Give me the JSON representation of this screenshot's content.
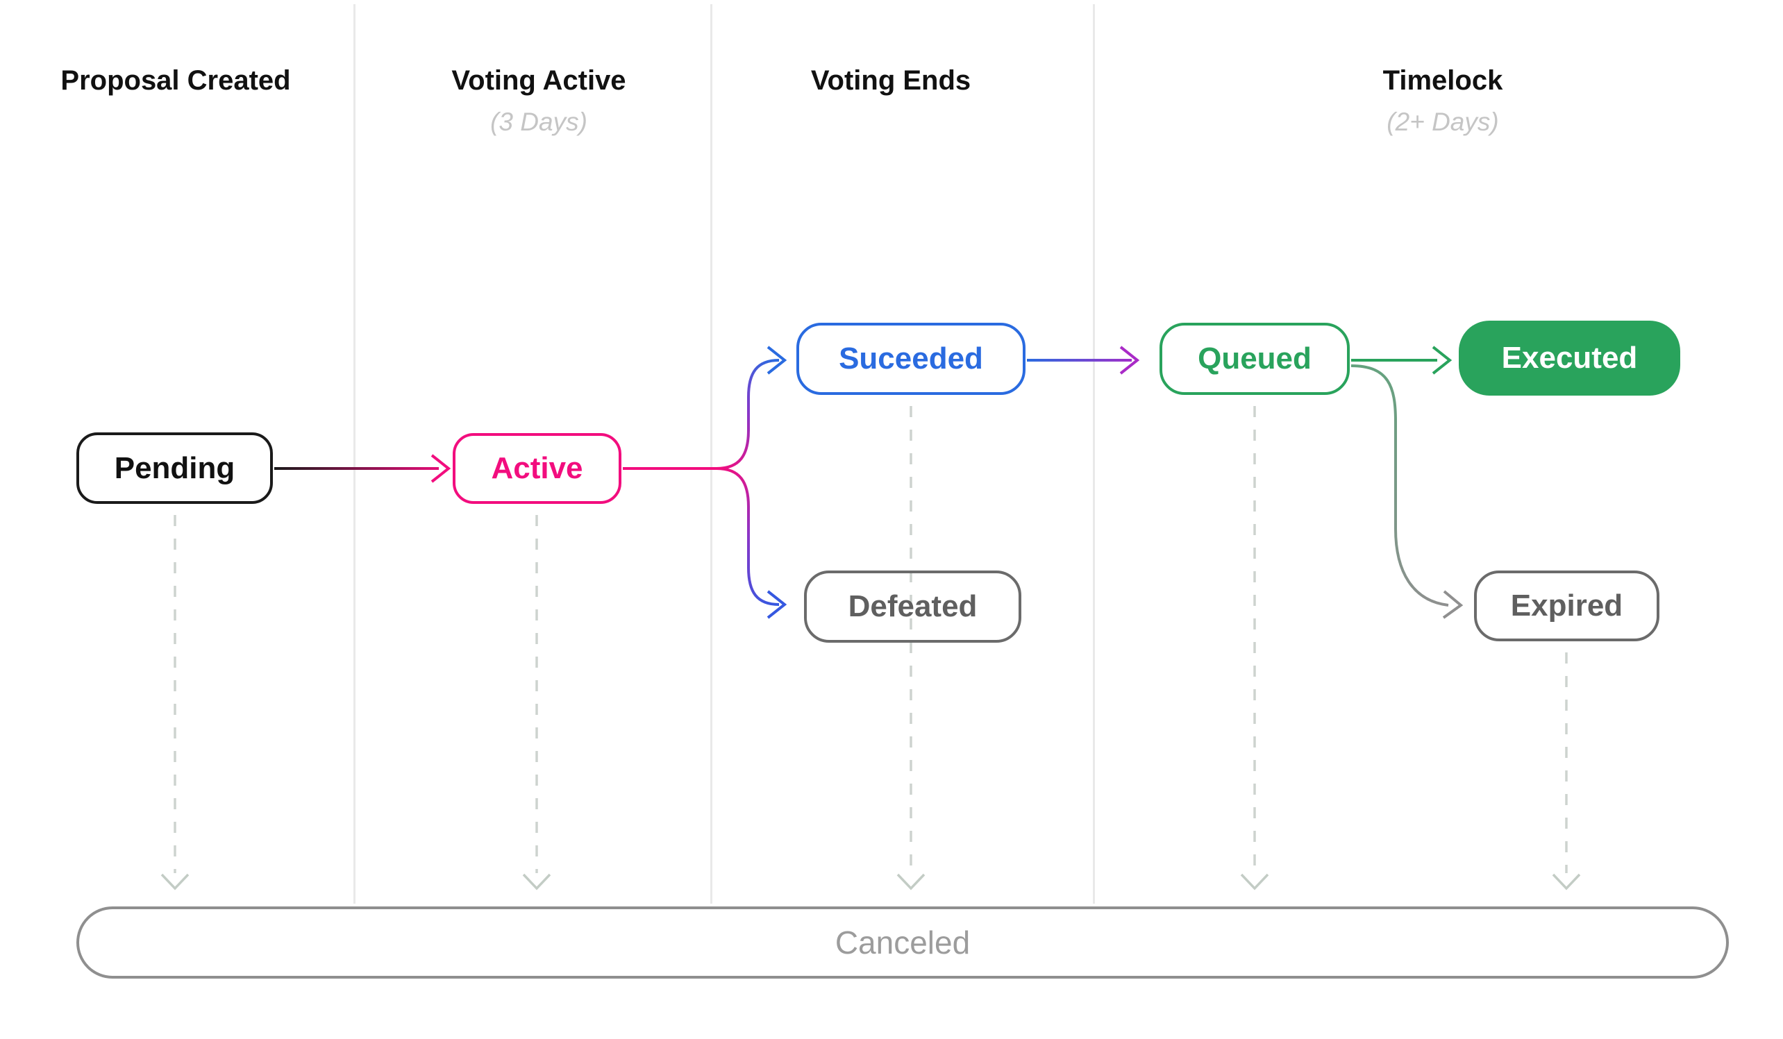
{
  "columns": [
    {
      "title": "Proposal Created"
    },
    {
      "title": "Voting Active",
      "subtitle": "(3 Days)"
    },
    {
      "title": "Voting Ends"
    },
    {
      "title": "Timelock",
      "subtitle": "(2+ Days)"
    }
  ],
  "nodes": {
    "pending": {
      "label": "Pending"
    },
    "active": {
      "label": "Active"
    },
    "succeeded": {
      "label": "Suceeded"
    },
    "defeated": {
      "label": "Defeated"
    },
    "queued": {
      "label": "Queued"
    },
    "executed": {
      "label": "Executed"
    },
    "expired": {
      "label": "Expired"
    },
    "canceled": {
      "label": "Canceled"
    }
  },
  "colors": {
    "pending_border": "#1a1a1a",
    "active": "#F20D7E",
    "succeeded": "#2A6BE0",
    "defeated": "#6b6b6b",
    "queued": "#29A35C",
    "executed_bg": "#29A35C",
    "expired": "#6b6b6b",
    "canceled_border": "#8f8f8f",
    "branch_purple": "#8A36C8",
    "queue_arrowhead": "#A92BC7",
    "divider": "#e9e9e9",
    "dashed_line": "#cdd3cf"
  }
}
